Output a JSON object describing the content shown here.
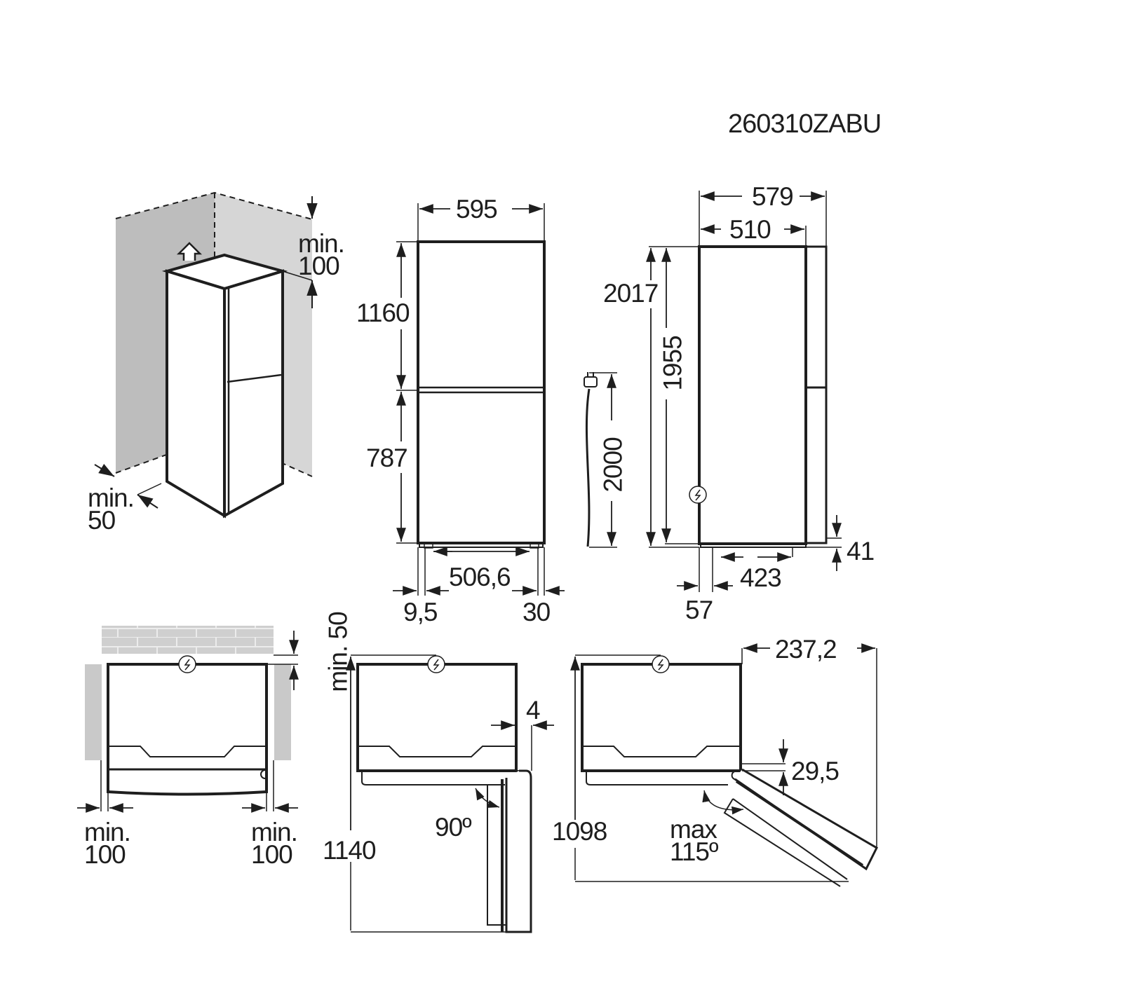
{
  "document": {
    "model_code": "260310ZABU",
    "line_color": "#1e1e1e",
    "wall_color": "#c9c9c9",
    "brick_color": "#cfcfcf"
  },
  "views": {
    "perspective": {
      "top_clearance": {
        "line1": "min.",
        "line2": "100"
      },
      "side_clearance": {
        "line1": "min.",
        "line2": "50"
      }
    },
    "front": {
      "width": "595",
      "upper_height": "1160",
      "lower_height": "787",
      "foot_spacing": "506,6",
      "left_offset": "9,5",
      "right_offset": "30"
    },
    "cable": {
      "length": "2000"
    },
    "side": {
      "overall_depth": "579",
      "body_depth": "510",
      "overall_height": "2017",
      "body_height": "1955",
      "foot_depth": "423",
      "rear_offset": "57",
      "door_gap": "41"
    },
    "top_clearance": {
      "rear_clearance": "min. 50",
      "left_clearance": {
        "line1": "min.",
        "line2": "100"
      },
      "right_clearance": {
        "line1": "min.",
        "line2": "100"
      }
    },
    "door_90": {
      "angle": "90º",
      "depth_open": "1140",
      "side_gap": "4"
    },
    "door_115": {
      "angle": {
        "line1": "max",
        "line2": "115º"
      },
      "depth_open": "1098",
      "side_protrusion": "237,2",
      "hinge_offset": "29,5"
    }
  }
}
